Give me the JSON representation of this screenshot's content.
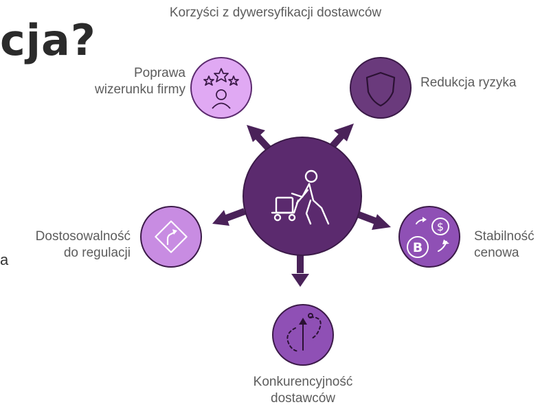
{
  "background_fragment": {
    "heading": "cja?",
    "side_text": "a"
  },
  "diagram": {
    "title": "Korzyści z dywersyfikacji dostawców",
    "center_icon": "person-pushing-cart-icon",
    "colors": {
      "center": "#5b2a6e",
      "dark": "#6a3a7c",
      "mid": "#8f50b5",
      "light": "#c88ce2",
      "lightest": "#e0a9f3",
      "arrow": "#4a2259"
    },
    "benefits": [
      {
        "id": "image",
        "lines": [
          "Poprawa",
          "wizerunku firmy"
        ],
        "icon": "stars-person-icon",
        "tone": "lightest"
      },
      {
        "id": "risk",
        "lines": [
          "Redukcja ryzyka"
        ],
        "icon": "shield-icon",
        "tone": "dark"
      },
      {
        "id": "price",
        "lines": [
          "Stabilność",
          "cenowa"
        ],
        "icon": "currency-exchange-icon",
        "tone": "mid"
      },
      {
        "id": "competition",
        "lines": [
          "Konkurencyjność",
          "dostawców"
        ],
        "icon": "upward-path-icon",
        "tone": "mid"
      },
      {
        "id": "regulation",
        "lines": [
          "Dostosowalność",
          "do regulacji"
        ],
        "icon": "road-sign-icon",
        "tone": "light"
      }
    ]
  }
}
